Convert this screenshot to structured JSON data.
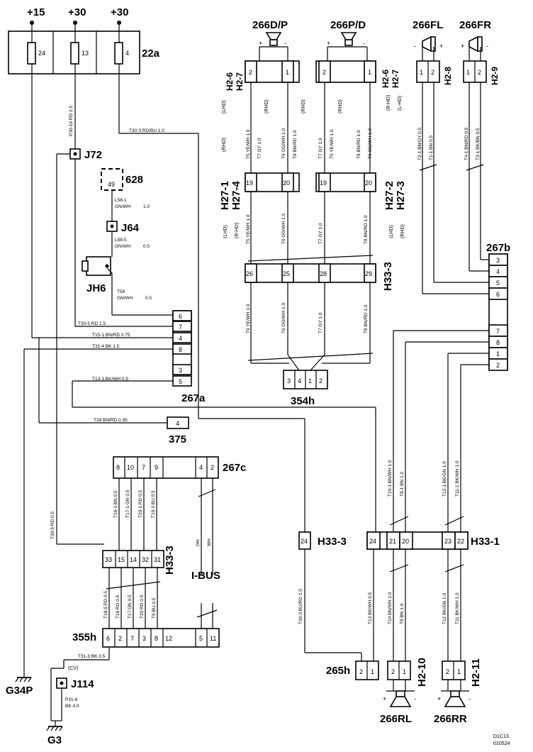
{
  "supplies": {
    "p15": "+15",
    "p30a": "+30",
    "p30b": "+30"
  },
  "fusebox": {
    "id": "22a",
    "fuses": [
      "24",
      "13",
      "4"
    ]
  },
  "components": {
    "c628": "628",
    "j72": "J72",
    "j64": "J64",
    "jh6": "JH6",
    "c267a": "267a",
    "c267b": "267b",
    "c267c": "267c",
    "c375": "375",
    "c354h": "354h",
    "c355h": "355h",
    "c265h": "265h",
    "j114": "J114",
    "g34p": "G34P",
    "g3": "G3",
    "ibus": "I-BUS",
    "cv": "(CV)"
  },
  "speakers": {
    "s266dp": "266D/P",
    "s266pd": "266P/D",
    "s266fl": "266FL",
    "s266fr": "266FR",
    "s266rl": "266RL",
    "s266rr": "266RR"
  },
  "connectors": {
    "h2_6": "H2-6",
    "h2_7": "H2-7",
    "h2_8": "H2-8",
    "h2_9": "H2-9",
    "h27_1": "H27-1",
    "h27_4": "H27-4",
    "h27_2": "H27-2",
    "h27_3": "H27-3",
    "h33_3": "H33-3",
    "h33_1": "H33-1",
    "h2_10": "H2-10",
    "h2_11": "H2-11"
  },
  "variants": {
    "lhd": "(LHD)",
    "rhd": "(RHD)",
    "rhd2": "(R-HD)",
    "lhd2": "(L-HD)"
  },
  "pins": {
    "p628": "49",
    "h2_7a": [
      "2",
      "1"
    ],
    "h2_7b": [
      "2",
      "1"
    ],
    "h2_8": [
      "1",
      "2"
    ],
    "h2_9": [
      "1",
      "2"
    ],
    "h27": [
      "19",
      "20",
      "19",
      "20"
    ],
    "h33_3top": [
      "26",
      "25",
      "28",
      "29"
    ],
    "c354h": [
      "3",
      "4",
      "1",
      "2"
    ],
    "c267b": [
      "3",
      "4",
      "5",
      "6",
      "7",
      "8",
      "1",
      "2"
    ],
    "c267a": [
      "6",
      "7",
      "4",
      "8",
      "3",
      "5"
    ],
    "c375": [
      "4"
    ],
    "c267c": [
      "8",
      "10",
      "7",
      "9",
      "4",
      "2"
    ],
    "h33_3mid": [
      "33",
      "15",
      "14",
      "32",
      "31"
    ],
    "h33_3single": [
      "24"
    ],
    "h33_1": [
      "24",
      "21",
      "20",
      "23",
      "22"
    ],
    "c355h": [
      "6",
      "2",
      "7",
      "3",
      "8",
      "12",
      "5",
      "11"
    ],
    "c265h": [
      "2",
      "1"
    ],
    "h2_10": [
      "2",
      "1"
    ],
    "h2_11": [
      "2",
      "1"
    ]
  },
  "wires": {
    "w_p30_16": "P30-16  RD  2.5",
    "w_t30_3": "T30-3    RD/BU     1.0",
    "w_l58_1": "L58-1\nGN/WH       1.0",
    "w_l58_1a": "L58-1",
    "w_l58_1b": "GN/WH",
    "w_l58_1c": "1.0",
    "w_l58_5a": "L58-5",
    "w_l58_5b": "GN/WH",
    "w_l58_5c": "0.5",
    "w_t58a": "T58",
    "w_t58b": "GN/WH",
    "w_t58c": "0.5",
    "w_t30_5": "T30-5   RD   1.5",
    "w_t15_1": "T15-1   BN/RD   0.75",
    "w_t31_4": "T31-4   BK   1.5",
    "w_t13_3": "T13-3   BK/WH   0.5",
    "w_t28": "T28   BN/RD   0.35",
    "w_t30_5b": "T30-5   RD   0.5",
    "w_t31_3": "T31-3   BK   0.5",
    "w_p31_6a": "P31-6",
    "w_p31_6b": "BK   4.0",
    "w_t30_3b": "T30-3   BU/RD   1.0",
    "w_t13b": "T13   BK/WH   0.5",
    "w_t10": "T10   BN/WH   1.0",
    "w_t8": "T8   BN   1.0",
    "w_t12": "T12   BK/GN   1.0",
    "w_t11": "T11   BK/WH   1.0",
    "w_t10_1": "T10-1   BN/WH   1.0",
    "w_t8_1": "T8-1   BN   1.0",
    "w_t12_1": "T12-1   BK/GN   1.0",
    "w_t11_1": "T11-1   BK/WH   1.0",
    "w_t2_1": "T2-1   BN/GY   0.5",
    "w_t1_1": "T1-1   BN   0.5",
    "w_t4_1": "T4-1   BN/RD   0.5",
    "w_t3_1": "T3-1   BK/BN   0.5",
    "w_t16_1": "T16-1   BN   0.5",
    "w_t17_1": "T17-1   GN   0.5",
    "w_t20_1": "T20-1   RD   0.5",
    "w_t19_1": "T19-1   BU   0.5",
    "w_t16": "T16   RD   0.5",
    "w_t17": "T17   GN   0.5",
    "w_t20": "T20   RD   0.5",
    "w_t9c": "T9   BU   0.5",
    "w_t18": "T18-5   RD   0.5",
    "w_gn": "GN",
    "w_wh": "WH",
    "w_t5": "T5   YE/WH   1.0",
    "w_t6": "T6   OG/WH   1.0",
    "w_t7": "T7   GY   1.0",
    "w_t8b": "T8   BN/RD   1.0",
    "w_t9": "T9   YE/WH   1.0"
  },
  "footer": {
    "code": "D1C13",
    "date": "010524"
  }
}
